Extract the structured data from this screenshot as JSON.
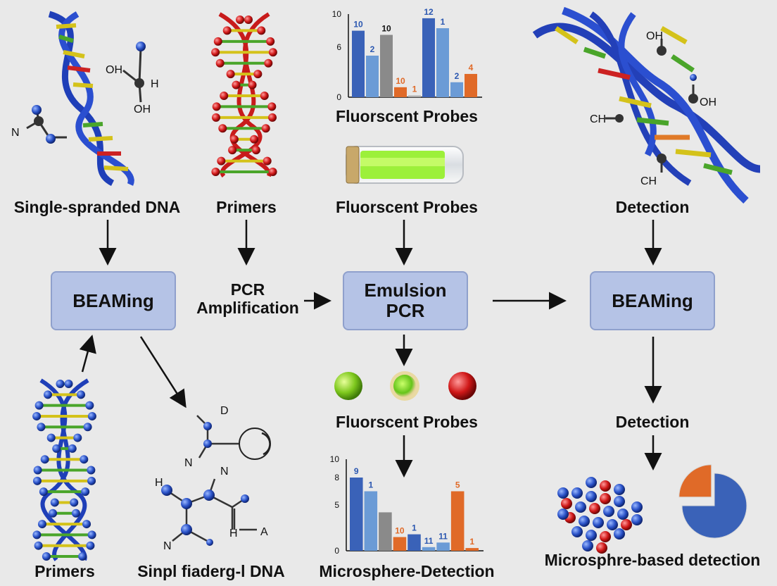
{
  "labels": {
    "single_stranded_dna": "Single-spranded DNA",
    "primers_top": "Primers",
    "fluor_probes_chart": "Fluorscent Probes",
    "fluor_probes_tube": "Fluorscent Probes",
    "detection_top": "Detection",
    "pcr_amplification": "PCR\nAmplification",
    "fluor_probes_beads": "Fluorscent Probes",
    "detection_mid": "Detection",
    "primers_bottom": "Primers",
    "single_dna_bottom": "Sinpl fiaderg-l DNA",
    "microsphere_detection": "Microsphere-Detection",
    "microsphere_based": "Microsphre-based detection"
  },
  "boxes": {
    "beaming_left": "BEAMing",
    "emulsion_pcr": "Emulsion\nPCR",
    "beaming_right": "BEAMing"
  },
  "molecule_labels": {
    "oh1": "OH",
    "h1": "H",
    "oh2": "OH",
    "n1": "N",
    "oh3": "OH",
    "oh4": "OH",
    "ch1": "CH",
    "ch2": "CH",
    "d": "D",
    "n2": "N",
    "h2": "H",
    "n3": "N",
    "n4": "N",
    "h3": "H",
    "a": "A"
  },
  "colors": {
    "box_fill": "#b5c3e6",
    "dna_blue": "#1f3fb8",
    "dna_red": "#cc1a1a",
    "bar_dark_blue": "#3a62b8",
    "bar_light_blue": "#6b9bd6",
    "bar_gray": "#8a8a8a",
    "bar_orange": "#e06a28",
    "bead_green": "#7ec81e",
    "bead_red": "#d01818"
  },
  "chart_data": [
    {
      "type": "bar",
      "ylim": [
        0,
        10
      ],
      "yticks": [
        "0",
        "6",
        "10"
      ],
      "values": [
        8,
        5,
        7.5,
        1.2,
        0.2,
        9.5,
        8.3,
        1.8,
        2.8
      ],
      "colors": [
        "#3a62b8",
        "#6b9bd6",
        "#8a8a8a",
        "#e06a28",
        "#aaaaaa",
        "#3a62b8",
        "#6b9bd6",
        "#6b9bd6",
        "#e06a28"
      ],
      "data_labels": [
        "10",
        "2",
        "10",
        "10",
        "1",
        "12",
        "1",
        "2",
        "4"
      ],
      "label_colors": [
        "#2b57b0",
        "#2b57b0",
        "#111111",
        "#e06a28",
        "#e06a28",
        "#2b57b0",
        "#2b57b0",
        "#2b57b0",
        "#e06a28"
      ]
    },
    {
      "type": "bar",
      "ylim": [
        0,
        10
      ],
      "yticks": [
        "0",
        "5",
        "8",
        "10"
      ],
      "values": [
        8,
        6.5,
        4.2,
        1.5,
        1.8,
        0.4,
        0.9,
        6.5,
        0.3
      ],
      "colors": [
        "#3a62b8",
        "#6b9bd6",
        "#8a8a8a",
        "#e06a28",
        "#3a62b8",
        "#6b9bd6",
        "#6b9bd6",
        "#e06a28",
        "#e06a28"
      ],
      "data_labels": [
        "9",
        "1",
        "",
        "10",
        "1",
        "11",
        "11",
        "5",
        "1"
      ],
      "label_colors": [
        "#2b57b0",
        "#2b57b0",
        "#111111",
        "#e06a28",
        "#2b57b0",
        "#2b57b0",
        "#2b57b0",
        "#e06a28",
        "#e06a28"
      ]
    },
    {
      "type": "pie",
      "values": [
        75,
        25
      ],
      "colors": [
        "#3a62b8",
        "#e06a28"
      ]
    }
  ]
}
